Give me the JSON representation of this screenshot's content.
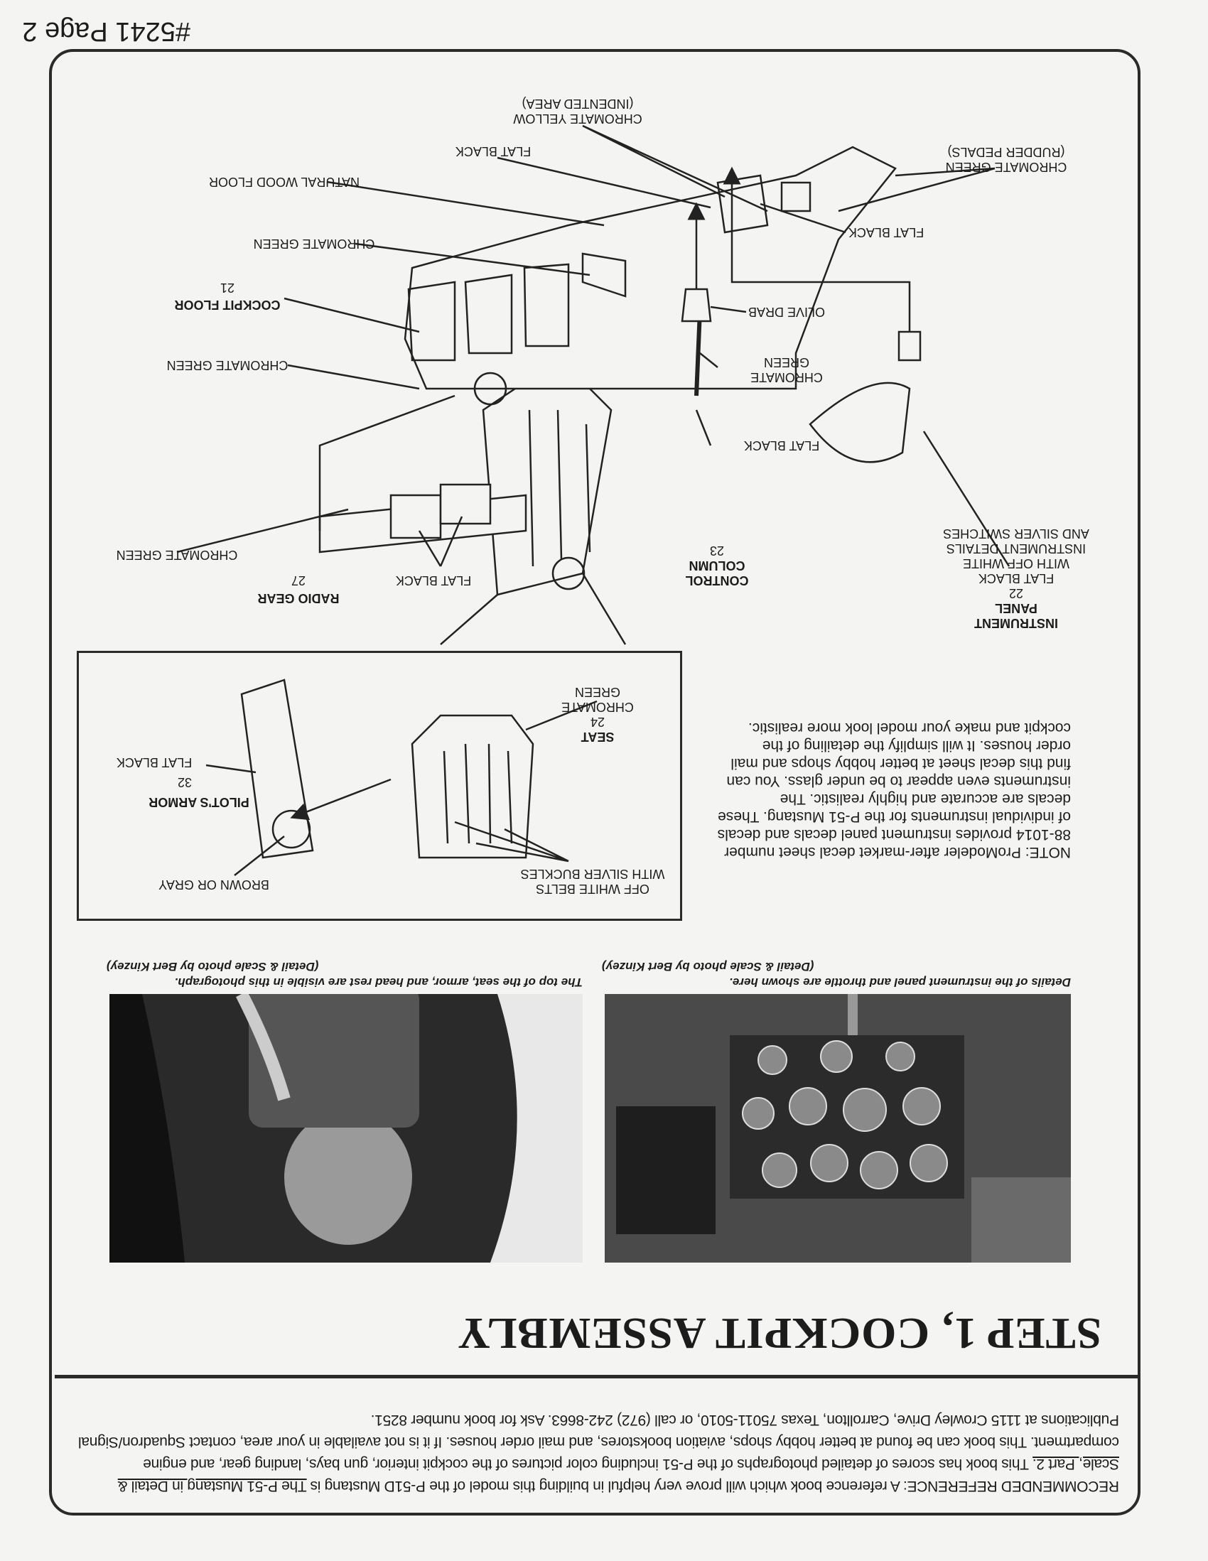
{
  "page_number": "#5241 Page 2",
  "reference": {
    "label": "RECOMMENDED REFERENCE:",
    "text_1": "A reference book which will prove very helpful in building this model of the P-51D Mustang is",
    "book_title": "The P-51 Mustang in Detail & Scale, Part 2.",
    "text_2": "This book has scores of detailed photographs of the P-51 including color pictures of the cockpit interior, gun bays, landing gear, and engine compartment.  This book can be found at better hobby shops, aviation bookstores, and mail order houses.  If it is not available in your area, contact Squadron/Signal Publications at 1115 Crowley Drive, Carrollton, Texas 75011-5010, or call (972) 242-8663.  Ask for book number 8251."
  },
  "title": "STEP 1, COCKPIT ASSEMBLY",
  "captions": {
    "seat_photo": "The top of the seat, armor, and head rest are visible in this photograph.",
    "seat_credit": "(Detail & Scale photo by Bert Kinzey)",
    "panel_photo": "Details of the instrument panel and throttle are shown here.",
    "panel_credit": "(Detail & Scale photo by Bert Kinzey)"
  },
  "note": "NOTE:  ProModeler after-market decal sheet number 88-1014 provides instrument panel decals and decals of individual instruments for the P-51 Mustang.  These decals are accurate and highly realistic.  The instruments even appear to be under glass.  You can find this decal sheet at better hobby shops and mail order houses.  It will simplify the detailing of the cockpit and make your model look more realistic.",
  "inset_labels": {
    "belts": [
      "OFF WHITE BELTS",
      "WITH SILVER BUCKLES"
    ],
    "brown": "BROWN OR GRAY",
    "armor_name": "PILOT'S ARMOR",
    "armor_num": "32",
    "armor_color": "FLAT BLACK",
    "seat_name": "SEAT",
    "seat_num": "24",
    "seat_color": [
      "CHROMATE",
      "GREEN"
    ]
  },
  "diagram_labels": {
    "radio_name": "RADIO GEAR",
    "radio_num": "27",
    "radio_black": "FLAT BLACK",
    "radio_green": "CHROMATE GREEN",
    "column_name": "CONTROL",
    "column_name2": "COLUMN",
    "column_num": "23",
    "panel_name": "INSTRUMENT",
    "panel_name2": "PANEL",
    "panel_num": "22",
    "panel_colors": [
      "FLAT BLACK",
      "WITH OFF WHITE",
      "INSTRUMENT DETAILS",
      "AND SILVER SWITCHES"
    ],
    "col_black": "FLAT BLACK",
    "col_green": [
      "CHROMATE",
      "GREEN"
    ],
    "olive": "OLIVE DRAB",
    "floor_green": "CHROMATE GREEN",
    "floor_name": "COCKPIT FLOOR",
    "floor_num": "21",
    "green_mid": "CHROMATE GREEN",
    "pedal_black": "FLAT BLACK",
    "wood": "NATURAL WOOD FLOOR",
    "flat_black_top": "FLAT BLACK",
    "yellow": [
      "CHROMATE YELLOW",
      "(INDENTED AREA)"
    ],
    "rudder": [
      "CHROMATE GREEN",
      "(RUDDER PEDALS)"
    ]
  }
}
